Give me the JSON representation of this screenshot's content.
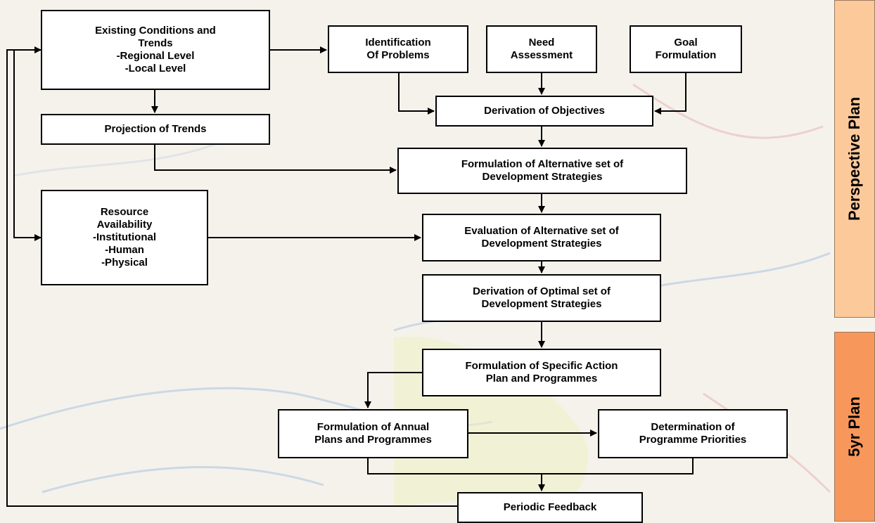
{
  "boxes": {
    "existing": "Existing Conditions and\nTrends\n-Regional Level\n-Local Level",
    "identification": "Identification\nOf Problems",
    "need": "Need\nAssessment",
    "goal": "Goal\nFormulation",
    "projection": "Projection of Trends",
    "derivation_objectives": "Derivation of Objectives",
    "formulation_alternative": "Formulation of Alternative set of\nDevelopment Strategies",
    "resource": "Resource\nAvailability\n-Institutional\n-Human\n-Physical",
    "evaluation": "Evaluation of Alternative set of\nDevelopment Strategies",
    "optimal": "Derivation of Optimal set of\nDevelopment Strategies",
    "action_plan": "Formulation of Specific Action\nPlan and Programmes",
    "annual": "Formulation of Annual\nPlans and Programmes",
    "priorities": "Determination of\nProgramme Priorities",
    "feedback": "Periodic Feedback"
  },
  "side_labels": {
    "perspective": "Perspective Plan",
    "five_year": "5yr Plan"
  },
  "colors": {
    "perspective_panel": "#fcc99b",
    "five_year_panel": "#f7975c",
    "line": "#000000",
    "box_fill": "#ffffff"
  }
}
